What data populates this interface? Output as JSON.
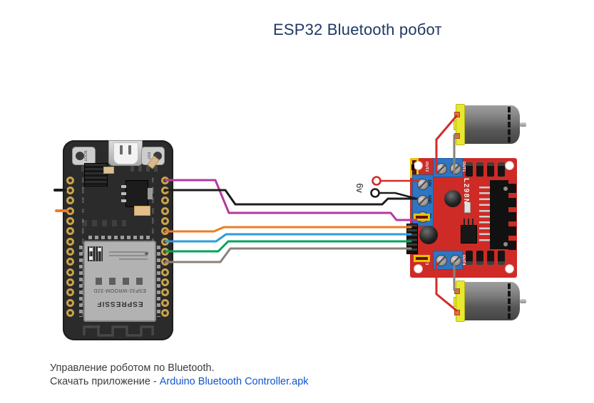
{
  "title": "ESP32 Bluetooth робот",
  "esp32": {
    "boot_label": "BOOT",
    "rst_label": "RST",
    "module_name": "ESP32-WROOM-32D",
    "module_brand": "ESPRESSIF",
    "left_pins": [
      "3V3",
      "GND",
      "D15",
      "D2",
      "D4",
      "RX2",
      "TX2",
      "D5",
      "D18",
      "D19",
      "D21",
      "RX0",
      "TX0",
      "D22"
    ],
    "right_pins": [
      "VIN",
      "GND",
      "D13",
      "D12",
      "D14",
      "D27",
      "D26",
      "D25",
      "D33",
      "D32",
      "D35",
      "D34",
      "VN",
      "VP"
    ]
  },
  "l298n": {
    "chip_label": "L298N",
    "out1": "OUT1",
    "out2": "OUT2",
    "out3": "OUT3",
    "out4": "OUT4",
    "pwr_12v": "12V",
    "pwr_gnd": "GND",
    "pwr_5v": "5V",
    "jumper_label": "5VEN"
  },
  "battery": {
    "voltage_label": "6v"
  },
  "footer": {
    "line1": "Управление роботом по Bluetooth.",
    "line2_prefix": "Скачать приложение - ",
    "link_text": "Arduino Bluetooth Controller.apk"
  },
  "colors": {
    "title_navy": "#1F3864",
    "link_blue": "#1155CC",
    "board_red": "#CE2B26",
    "terminal_blue": "#2E75C4",
    "jumper_yellow": "#E8C400",
    "motor_yellow": "#E8E832",
    "wire_red": "#D22B2B",
    "wire_black": "#1C1C1C",
    "wire_purple": "#B4399F",
    "wire_orange": "#EE7C24",
    "wire_blue": "#2D9CD8",
    "wire_green": "#00A35A",
    "wire_gray": "#8B8178"
  }
}
